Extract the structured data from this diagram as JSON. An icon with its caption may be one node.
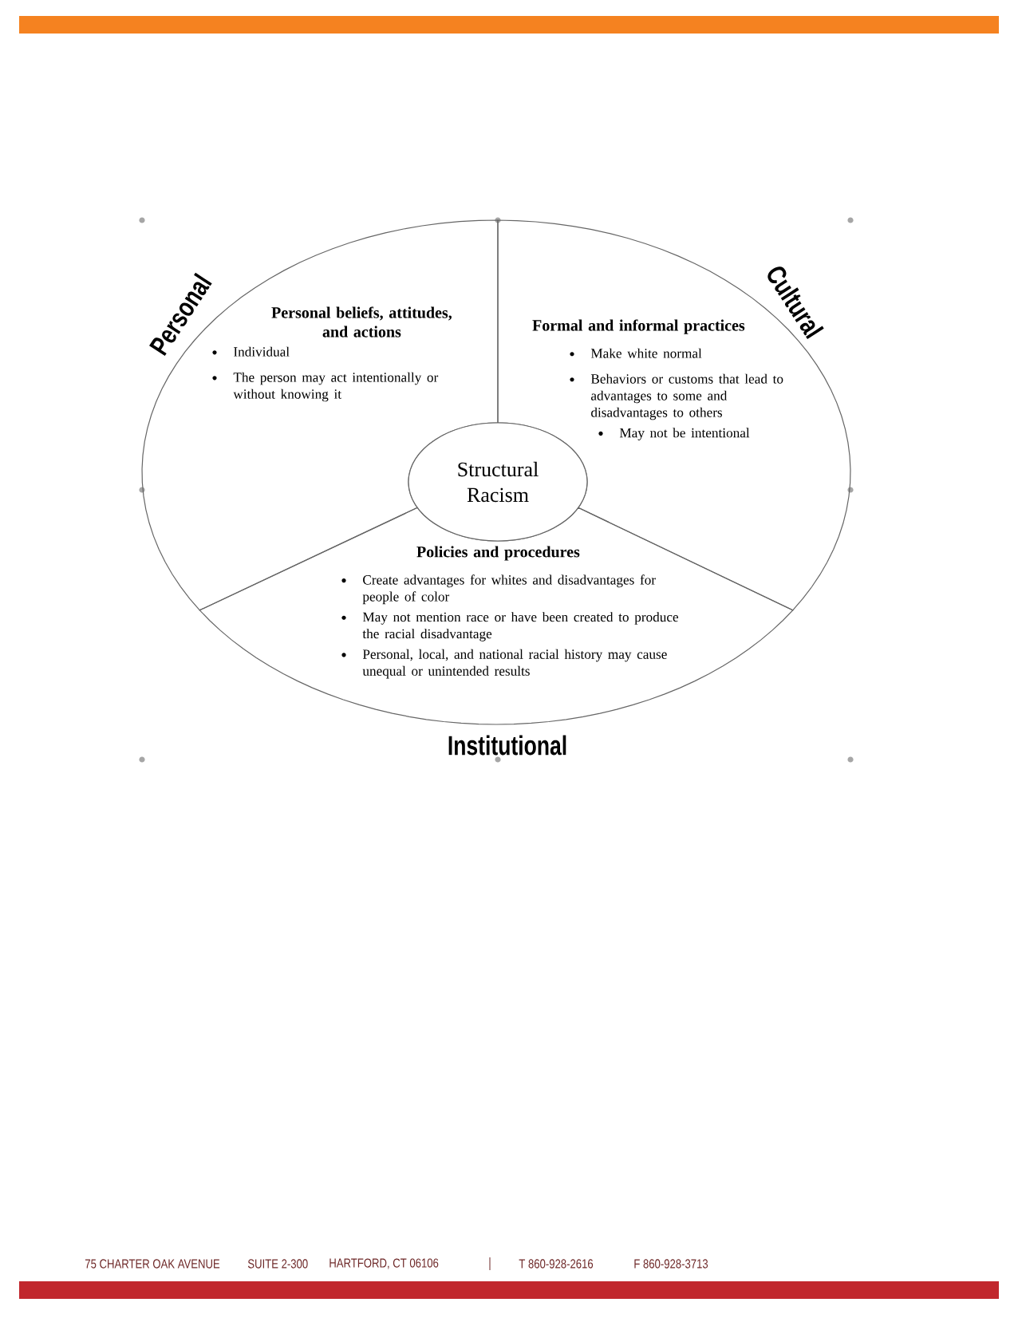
{
  "diagram": {
    "nodes": [
      {
        "text": [
          "Personal beliefs, attitudes, and actions",
          "Individual",
          "The person may act intentionally or without knowing it"
        ],
        "beside": [
          "Personal"
        ]
      },
      {
        "text": [
          "Formal and informal practices",
          "Make white normal",
          "Behaviors or customs that lead to advantages to some and disadvantages to others",
          "May not be intentional"
        ],
        "beside": [
          "Cultural"
        ]
      },
      {
        "text": [
          "Policies and procedures",
          "Create advantages for whites and disadvantages for people of color",
          "May not mention race or have been created to produce the racial disadvantage",
          "Personal, local, and national racial history may cause unequal or unintended results"
        ],
        "beside": [
          "Institutional"
        ]
      },
      {
        "text": [
          "Structural Racism"
        ]
      }
    ],
    "labels": [
      "75 CHARTER OAK AVENUE",
      "SUITE 2-300",
      "HARTFORD, CT 06106",
      "T 860-928-2616",
      "F 860-928-3713"
    ]
  }
}
